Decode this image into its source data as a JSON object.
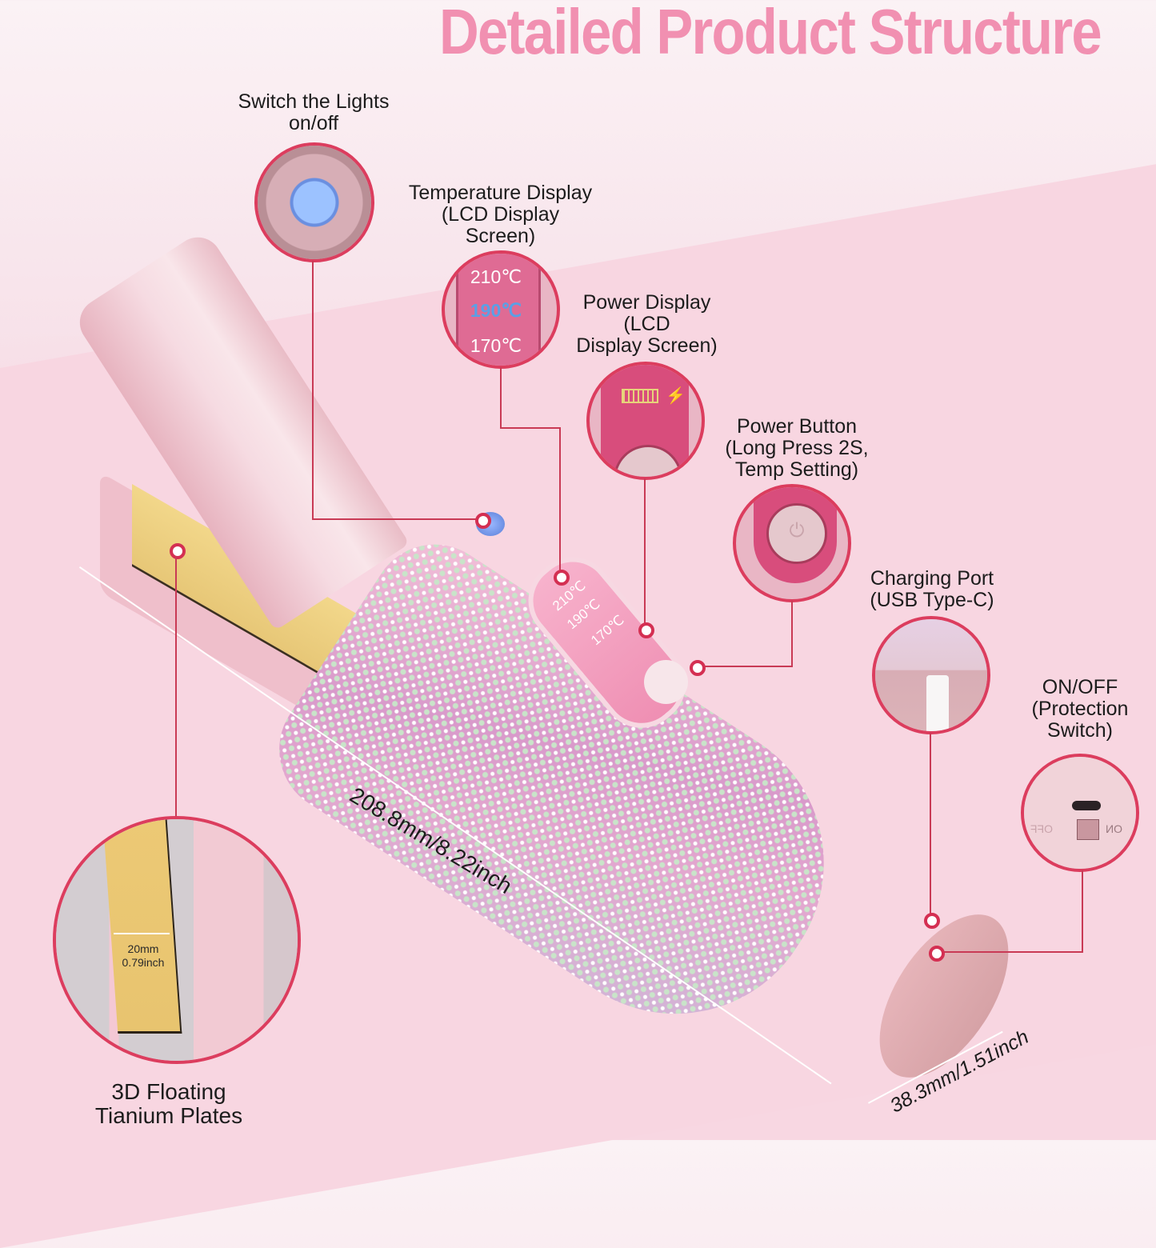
{
  "title": "Detailed Product Structure",
  "colors": {
    "title_pink": "#f190b1",
    "callout_red": "#dc3d5e",
    "background_pink": "#f8d6e1",
    "plate_gold": "#ecc975"
  },
  "callouts": {
    "lights": {
      "label": "Switch the Lights\non/off",
      "line1": "Switch the Lights",
      "line2": "on/off",
      "icon": "crystal-light-button-icon"
    },
    "temperature": {
      "line1": "Temperature Display",
      "line2": "(LCD Display",
      "line3": "Screen)",
      "values": [
        "210℃",
        "190℃",
        "170℃"
      ],
      "active_value": "190℃",
      "active_color": "#5aa0e6"
    },
    "power_display": {
      "line1": "Power Display",
      "line2": "(LCD",
      "line3": "Display Screen)",
      "icon": "battery-charging-icon"
    },
    "power_button": {
      "line1": "Power Button",
      "line2": "(Long Press 2S,",
      "line3": "Temp Setting)",
      "icon": "power-icon"
    },
    "charging_port": {
      "line1": "Charging Port",
      "line2": "(USB Type-C)",
      "icon": "usb-c-cable-icon"
    },
    "protection_switch": {
      "line1": "ON/OFF",
      "line2": "(Protection",
      "line3": "Switch)",
      "switch_off": "OFF",
      "switch_on": "ON"
    },
    "plates": {
      "line1": "3D Floating",
      "line2": "Tianium Plates",
      "width_mm": "20mm",
      "width_inch": "0.79inch"
    }
  },
  "panel": {
    "values": [
      "210℃",
      "190℃",
      "170℃"
    ]
  },
  "dimensions": {
    "length": "208.8mm/8.22inch",
    "diameter": "38.3mm/1.51inch"
  }
}
